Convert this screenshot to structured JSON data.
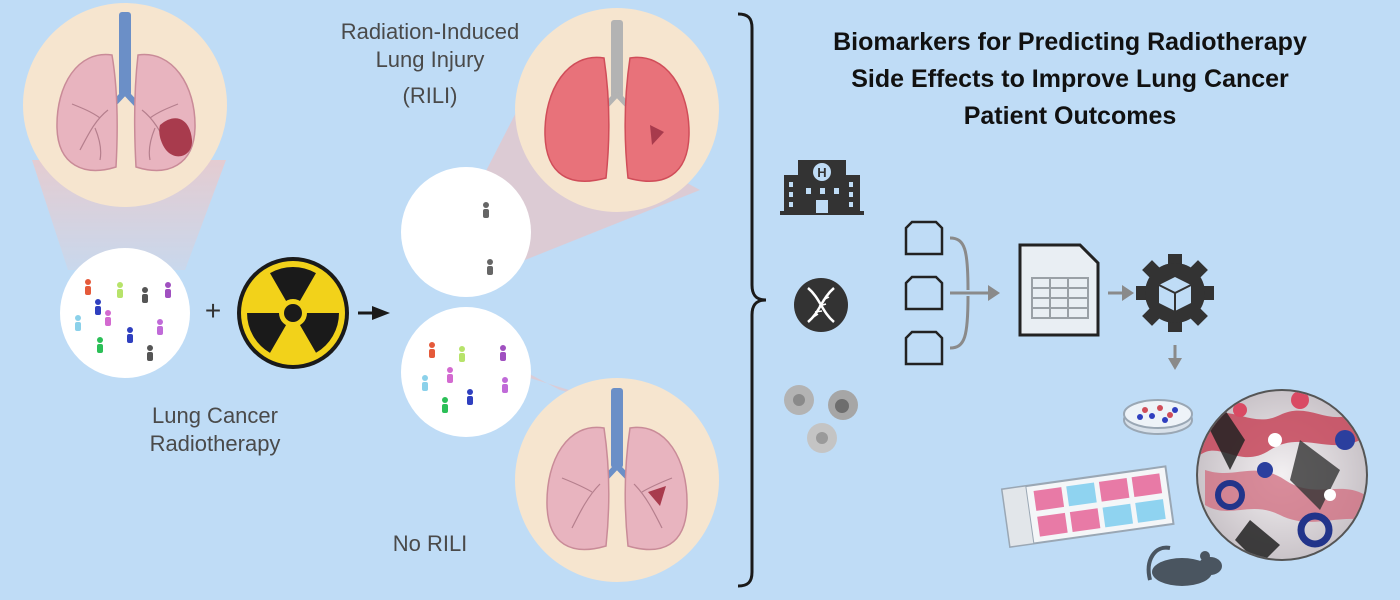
{
  "labels": {
    "radiation_induced": [
      "Radiation-Induced",
      "Lung Injury",
      "(RILI)"
    ],
    "cohort": [
      "Lung Cancer",
      "Radiotherapy"
    ],
    "no_rili": "No RILI",
    "plus": "+"
  },
  "title": {
    "lines": [
      "Biomarkers for Predicting Radiotherapy",
      "Side Effects to Improve Lung Cancer",
      "Patient Outcomes"
    ]
  },
  "icons": {
    "hospital": "hospital-icon",
    "dna": "dna-icon",
    "cells": "cells-icon",
    "documents": "document-icon",
    "spreadsheet": "spreadsheet-icon",
    "model": "gear-cube-icon",
    "petri": "petri-dish-icon",
    "slide": "well-slide-icon",
    "tissue": "tissue-stain-image",
    "mouse": "mouse-icon"
  },
  "colors": {
    "background": "#bfdcf6",
    "injured_lung": "#e8727a",
    "healthy_lung": "#e8b4bf",
    "trachea": "#6b8fc7",
    "radiation": "#f2d21a"
  }
}
